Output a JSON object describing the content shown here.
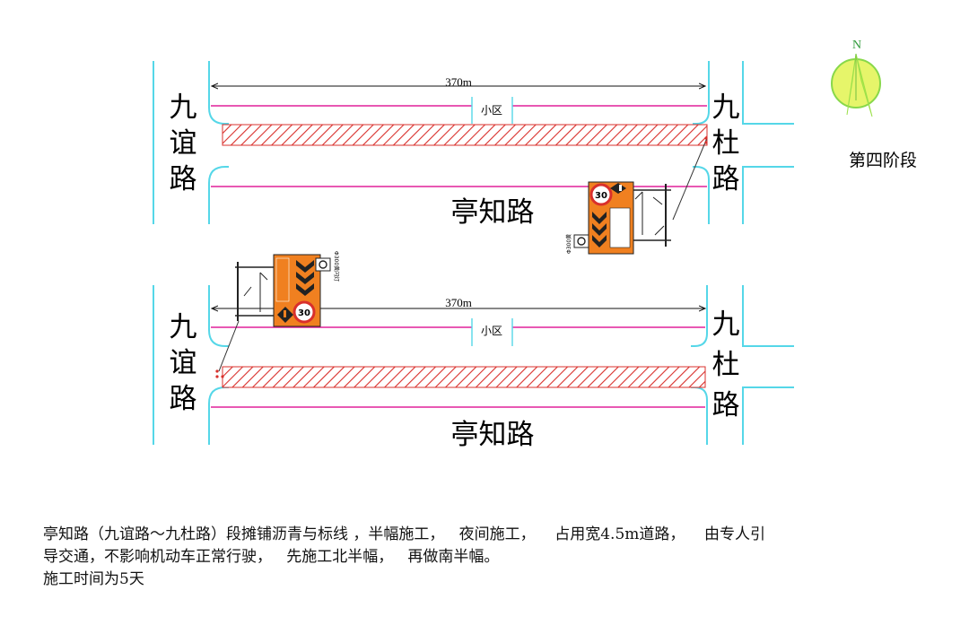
{
  "stage_label": "第四阶段",
  "compass": {
    "north_label": "N"
  },
  "colors": {
    "curb": "#55d7e8",
    "lane": "#e0209a",
    "hatch": "#d9302c",
    "sign": "#f08020"
  },
  "plan_north": {
    "length_label": "370m",
    "west_road": [
      "九",
      "谊",
      "路"
    ],
    "east_road": [
      "九",
      "杜",
      "路"
    ],
    "main_road": "亭知路",
    "community": "小区",
    "sign_board": {
      "speed": "30",
      "lamp_note": "Φ300黄"
    }
  },
  "plan_south": {
    "length_label": "370m",
    "west_road": [
      "九",
      "谊",
      "路"
    ],
    "east_road": [
      "九",
      "杜",
      "路"
    ],
    "main_road": "亭知路",
    "community": "小区",
    "sign_board": {
      "speed": "30",
      "lamp_note": "Φ300黄闪灯"
    }
  },
  "caption": [
    "亭知路（九谊路～九杜路）段摊铺沥青与标线 ，半幅施工，   夜间施工，    占用宽4.5m道路，    由专人引",
    "导交通，不影响机动车正常行驶，   先施工北半幅，   再做南半幅。",
    "施工时间为5天"
  ]
}
